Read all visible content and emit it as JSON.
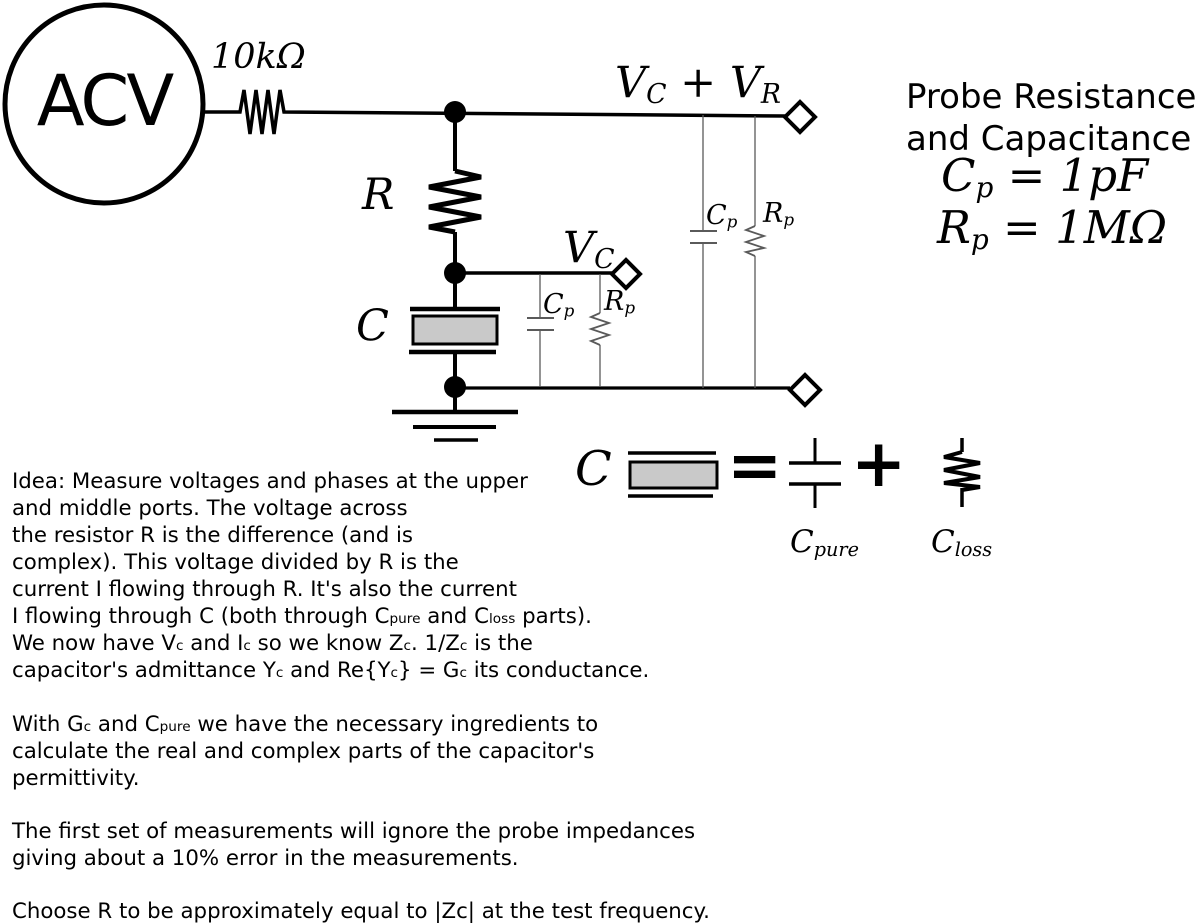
{
  "colors": {
    "ink": "#000000",
    "cap_fill": "#c9c9c9",
    "thin_wire": "#5a5a5a"
  },
  "circuit": {
    "source_label": "ACV",
    "series_resistor_label": "10kΩ",
    "resistor_label": "R",
    "capacitor_label": "C",
    "top_port_label": [
      {
        "t": "V"
      },
      {
        "sub": "C"
      },
      {
        "t": " + V"
      },
      {
        "sub": "R"
      }
    ],
    "mid_port_label": [
      {
        "t": "V"
      },
      {
        "sub": "C"
      }
    ],
    "probe_cap_label": [
      {
        "t": "C"
      },
      {
        "sub": "p"
      }
    ],
    "probe_res_label": [
      {
        "t": "R"
      },
      {
        "sub": "p"
      }
    ]
  },
  "probe_note": {
    "title_line1": "Probe Resistance",
    "title_line2": "and Capacitance",
    "cap_value": [
      {
        "t": "C"
      },
      {
        "sub": "p"
      },
      {
        "t": " = 1pF"
      }
    ],
    "res_value": [
      {
        "t": "R"
      },
      {
        "sub": "p"
      },
      {
        "t": " = 1MΩ"
      }
    ]
  },
  "equation": {
    "lhs_label": "C",
    "equals_sign": "=",
    "plus_sign": "+",
    "pure_label": [
      {
        "t": "C"
      },
      {
        "sub": "pure"
      }
    ],
    "loss_label": [
      {
        "t": "C"
      },
      {
        "sub": "loss"
      }
    ]
  },
  "notes": {
    "para1_lines": [
      [
        {
          "t": "Idea: Measure voltages and phases at the upper"
        }
      ],
      [
        {
          "t": "and middle ports. The voltage across"
        }
      ],
      [
        {
          "t": "the resistor R is the difference (and is"
        }
      ],
      [
        {
          "t": "complex). This voltage divided by R is the"
        }
      ],
      [
        {
          "t": "current I flowing through R. It's also the current"
        }
      ],
      [
        {
          "t": "I flowing through C (both through C"
        },
        {
          "sub": "pure"
        },
        {
          "t": " and C"
        },
        {
          "sub": "loss"
        },
        {
          "t": " parts)."
        }
      ],
      [
        {
          "t": "We now have V"
        },
        {
          "sub": "c"
        },
        {
          "t": " and I"
        },
        {
          "sub": "c"
        },
        {
          "t": " so we know Z"
        },
        {
          "sub": "c"
        },
        {
          "t": ". 1/Z"
        },
        {
          "sub": "c"
        },
        {
          "t": " is the"
        }
      ],
      [
        {
          "t": "capacitor's admittance Y"
        },
        {
          "sub": "c"
        },
        {
          "t": " and Re{Y"
        },
        {
          "sub": "c"
        },
        {
          "t": "} = G"
        },
        {
          "sub": "c"
        },
        {
          "t": " its conductance."
        }
      ]
    ],
    "para2_lines": [
      [
        {
          "t": "With G"
        },
        {
          "sub": "c"
        },
        {
          "t": " and C"
        },
        {
          "sub": "pure"
        },
        {
          "t": " we have the necessary ingredients to"
        }
      ],
      [
        {
          "t": "calculate the real and complex parts of the capacitor's"
        }
      ],
      [
        {
          "t": "permittivity."
        }
      ]
    ],
    "para3_lines": [
      [
        {
          "t": "The first set of measurements will ignore the probe impedances"
        }
      ],
      [
        {
          "t": "giving about a 10% error in the measurements."
        }
      ]
    ],
    "para4_lines": [
      [
        {
          "t": "Choose R to be approximately equal to |Zc| at the test frequency."
        }
      ]
    ]
  }
}
